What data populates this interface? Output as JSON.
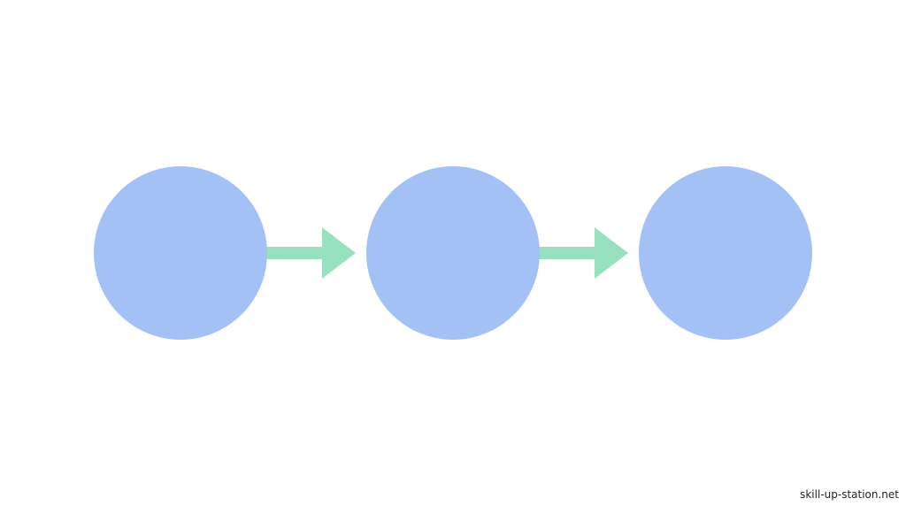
{
  "diagram": {
    "nodes": [
      {
        "id": "node-1",
        "color": "#a3c1f4"
      },
      {
        "id": "node-2",
        "color": "#a3c1f4"
      },
      {
        "id": "node-3",
        "color": "#a3c1f4"
      }
    ],
    "edges": [
      {
        "from": "node-1",
        "to": "node-2",
        "color": "#97e0c0"
      },
      {
        "from": "node-2",
        "to": "node-3",
        "color": "#97e0c0"
      }
    ]
  },
  "watermark": {
    "text": "skill-up-station.net"
  }
}
